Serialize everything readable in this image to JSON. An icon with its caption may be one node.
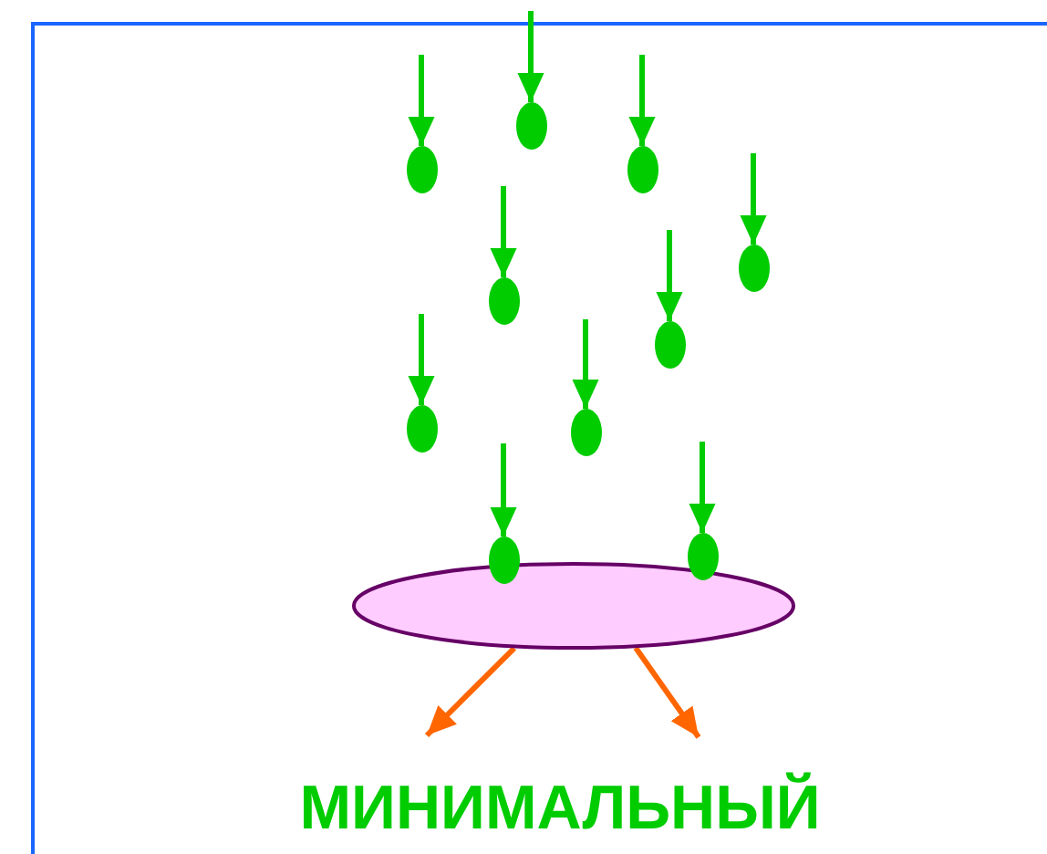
{
  "diagram": {
    "nodes": [
      {
        "text": [],
        "shape": "circle"
      },
      {
        "text": [],
        "shape": "circle"
      },
      {
        "text": [],
        "shape": "circle"
      },
      {
        "text": [],
        "shape": "circle"
      },
      {
        "text": [],
        "shape": "circle"
      },
      {
        "text": [],
        "shape": "circle"
      },
      {
        "text": [],
        "shape": "circle"
      },
      {
        "text": [],
        "shape": "circle"
      },
      {
        "text": [],
        "shape": "circle"
      },
      {
        "text": [],
        "shape": "circle"
      },
      {
        "text": [],
        "shape": "circle"
      }
    ],
    "edges": [
      {
        "from": null,
        "to": 0,
        "arrow": "to"
      },
      {
        "from": null,
        "to": 1,
        "arrow": "to"
      },
      {
        "from": null,
        "to": 2,
        "arrow": "to"
      },
      {
        "from": null,
        "to": 3,
        "arrow": "to"
      },
      {
        "from": null,
        "to": 4,
        "arrow": "to"
      },
      {
        "from": null,
        "to": 5,
        "arrow": "to"
      },
      {
        "from": null,
        "to": 6,
        "arrow": "to"
      },
      {
        "from": null,
        "to": 7,
        "arrow": "to"
      },
      {
        "from": null,
        "to": 8,
        "arrow": "to"
      },
      {
        "from": null,
        "to": 9,
        "arrow": "to"
      },
      {
        "from": 10,
        "to": null,
        "arrow": "to",
        "color": "#ff6600"
      },
      {
        "from": 10,
        "to": null,
        "arrow": "to",
        "color": "#ff6600"
      }
    ],
    "labels": [
      "МИНИМАЛЬНЫЙ"
    ]
  }
}
